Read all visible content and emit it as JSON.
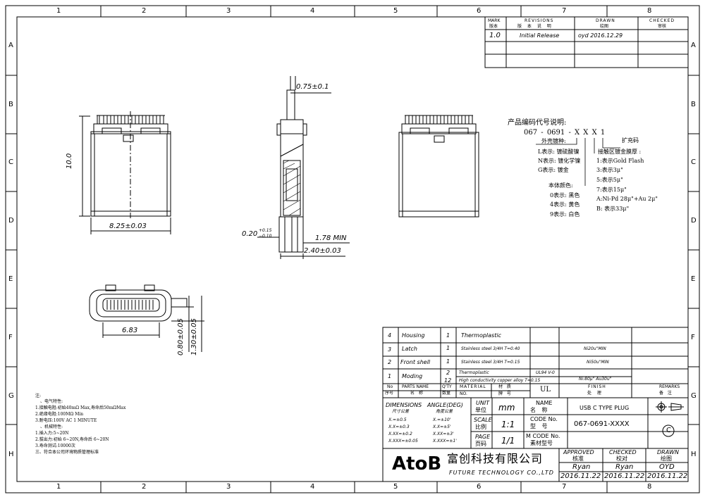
{
  "border": {
    "col_labels": [
      "1",
      "2",
      "3",
      "4",
      "5",
      "6",
      "7",
      "8"
    ],
    "row_labels": [
      "A",
      "B",
      "C",
      "D",
      "E",
      "F",
      "G",
      "H"
    ]
  },
  "revisions": {
    "headers": [
      "MARK",
      "REVISIONS",
      "DRAWN",
      "CHECKED"
    ],
    "headers_cn": [
      "版本",
      "版 本 说 明",
      "绘图",
      "审核"
    ],
    "rows": [
      {
        "mark": "1.0",
        "desc": "Initial Release",
        "drawn": "oyd 2016.12.29",
        "checked": ""
      }
    ]
  },
  "dims": {
    "thickness": "0.75±0.1",
    "height": "10.0",
    "width": "8.25±0.03",
    "tol_base": "0.20",
    "tol_plus": "+0.15",
    "tol_minus": "−0.10",
    "min_len": "1.78 MIN",
    "depth": "2.40±0.03",
    "bottom_width": "6.83",
    "h1": "0.80±0.05",
    "h2": "1.30±0.05"
  },
  "code_legend": {
    "title": "产品编码代号说明:",
    "code": "067 - 0691 - X X X 1",
    "ext": "扩充码",
    "shell_title": "外壳镀种:",
    "shell": [
      "L表示: 镀硫酸镍",
      "N表示: 镀化学镍",
      "G表示: 镀金"
    ],
    "contact_title": "接触区镀金膜厚 :",
    "contact": [
      "1:表示Gold Flash",
      "3:表示3μ\"",
      "5:表示5μ\"",
      "7:表示15μ\"",
      "A:Ni-Pd 28μ\"+Au 2μ\"",
      "B: 表示33μ\""
    ],
    "color_title": "本体颜色:",
    "colors": [
      "0表示: 黑色",
      "4表示: 黄色",
      "9表示: 白色"
    ]
  },
  "notes": [
    "注:",
    "、电气特性:",
    "1.接触电阻:初始40mΩ Max,寿命后50mΩMax",
    "2.绝缘电阻:100MΩ Min",
    "3.耐电压:100V AC 1 MINUTE",
    "、机械特性:",
    "1.插入力:5~20N",
    "2.拔出力:初始 6~20N,寿命后 6~20N",
    "3.寿命测试:10000次",
    "三、符合本公司环境物质管理标准"
  ],
  "bom": [
    {
      "no": "4",
      "part": "Housing",
      "qty": "1",
      "material": "Thermoplastic",
      "finish": ""
    },
    {
      "no": "3",
      "part": "Latch",
      "qty": "1",
      "material": "Stainless steel 3/4H T=0.40",
      "finish": "Ni20u\"MIN"
    },
    {
      "no": "2",
      "part": "Front shell",
      "qty": "1",
      "material": "Stainless steel 3/4H T=0.15",
      "finish": "Ni50u\"MIN"
    },
    {
      "no": "1",
      "part": "Moding",
      "qty": "2",
      "material": "Thermoplastic",
      "extra": "UL94 V-0",
      "finish": ""
    },
    {
      "no": "",
      "part": "",
      "qty": "12",
      "material": "High conductivity copper alloy T=0.15",
      "finish": "Ni:80μ\"   Au30u\""
    }
  ],
  "bom_header": {
    "no": "No",
    "no_cn": "序号",
    "part": "PARTS NAME",
    "part_cn": "名 称",
    "qty": "Q'TY",
    "qty_cn": "数量",
    "material": "MATERIAL",
    "material_cn": "材 质",
    "grade": "NO.",
    "grade_cn": "牌 号",
    "ul": "UL",
    "finish": "FINISH",
    "finish_cn": "处 理",
    "remarks": "REMARKS",
    "remarks_cn": "备 注"
  },
  "title_block": {
    "dimensions": "DIMENSIONS",
    "dimensions_cn": "尺寸公差",
    "angle": "ANGLE(DEG)",
    "angle_cn": "角度公差",
    "tol": [
      "X.=±0.5",
      "X.X=±0.3",
      "X.XX=±0.2",
      "X.XXX=±0.05"
    ],
    "ang": [
      "X.=±10'",
      "X.X=±5'",
      "X.XX=±3'",
      "X.XXX=±1'"
    ],
    "unit": "UNIT",
    "unit_cn": "单位",
    "unit_val": "mm",
    "scale": "SCALE",
    "scale_cn": "比例",
    "scale_val": "1:1",
    "page": "PAGE",
    "page_cn": "页码",
    "page_val": "1/1",
    "name": "NAME",
    "name_cn": "名 称",
    "name_val": "USB C TYPE PLUG",
    "code": "CODE No.",
    "code_cn": "型 号",
    "code_val": "067-0691-XXXX",
    "mcode": "M CODE No.",
    "mcode_cn": "素材型号",
    "approved": "APPROVED",
    "approved_cn": "核准",
    "approved_by": "Ryan",
    "approved_date": "2016.11.22",
    "checked": "CHECKED",
    "checked_cn": "校对",
    "checked_by": "Ryan",
    "checked_date": "2016.11.22",
    "drawn": "DRAWN",
    "drawn_cn": "绘图",
    "drawn_by": "OYD",
    "drawn_date": "2016.11.22",
    "logo": "AtoB",
    "company_cn": "富创科技有限公司",
    "company_en": "FUTURE TECHNOLOGY CO.,LTD",
    "copyright": "C"
  }
}
